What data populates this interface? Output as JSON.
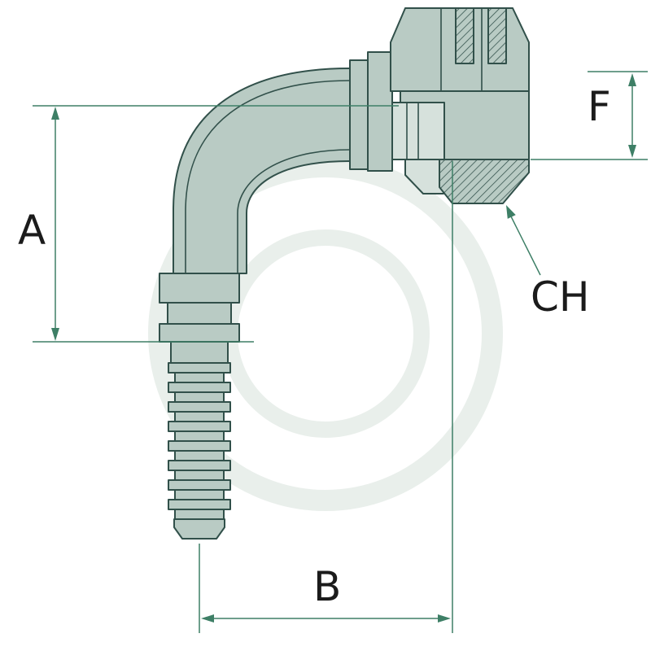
{
  "diagram": {
    "labels": {
      "dim_a": "A",
      "dim_b": "B",
      "dim_f": "F",
      "chamfer_callout": "CH"
    },
    "colors": {
      "background": "#ffffff",
      "body_fill": "#b9cbc4",
      "body_light": "#d6e1dc",
      "outline": "#31504a",
      "dimension_line": "#3e7f66",
      "label_text": "#1b1b1b",
      "watermark": "#e9efeb"
    }
  }
}
